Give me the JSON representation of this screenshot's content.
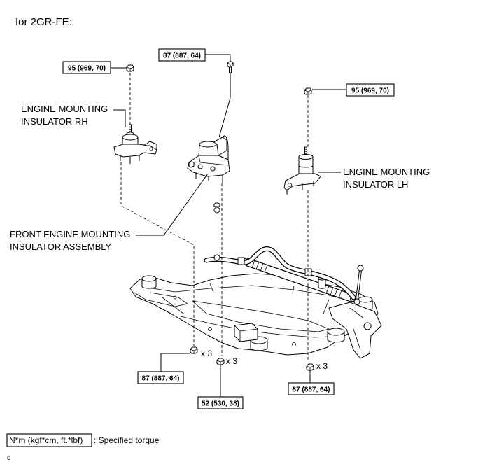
{
  "header": {
    "title": "for 2GR-FE:"
  },
  "torque_specs": {
    "rh_top_nut": "95 (969, 70)",
    "front_top_bolt": "87 (887, 64)",
    "lh_top_nut": "95 (969, 70)",
    "rh_bottom_nut": "87 (887, 64)",
    "front_bottom_nut": "52 (530, 38)",
    "lh_bottom_nut": "87 (887, 64)"
  },
  "labels": {
    "rh_insulator": [
      "ENGINE MOUNTING",
      "INSULATOR RH"
    ],
    "lh_insulator": [
      "ENGINE MOUNTING",
      "INSULATOR LH"
    ],
    "front_insulator": [
      "FRONT ENGINE MOUNTING",
      "INSULATOR ASSEMBLY"
    ]
  },
  "quantities": {
    "rh": "x 3",
    "front": "x 3",
    "lh": "x 3"
  },
  "legend": {
    "unit_box": "N*m (kgf*cm, ft.*lbf)",
    "description": ": Specified torque"
  },
  "figure_code": "c",
  "colors": {
    "line": "#000000",
    "background": "#ffffff"
  },
  "icons": [
    "nut-icon",
    "bolt-icon"
  ]
}
